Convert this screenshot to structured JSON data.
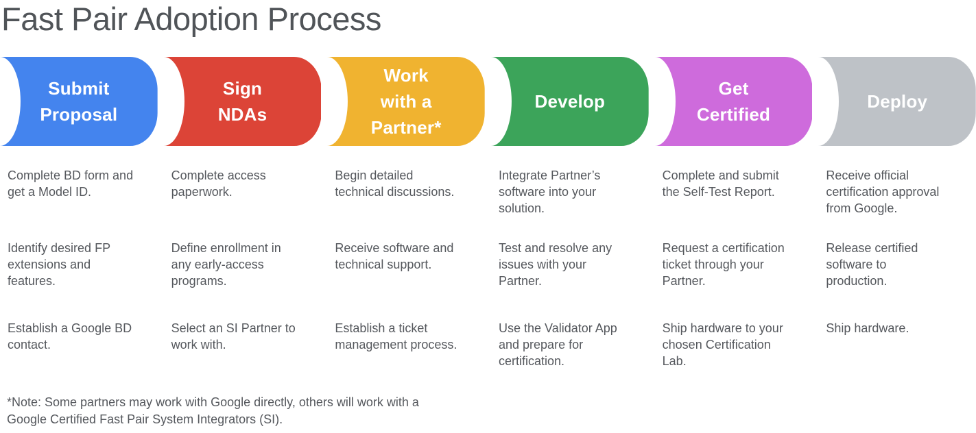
{
  "title": "Fast Pair Adoption Process",
  "stages": [
    {
      "label": "Submit Proposal",
      "label_lines": [
        "Submit",
        "Proposal"
      ],
      "color": "#4484EE",
      "items": [
        "Complete BD form and\nget a Model ID.",
        "Identify desired FP\nextensions and\nfeatures.",
        "Establish a Google BD\ncontact."
      ]
    },
    {
      "label": "Sign NDAs",
      "label_lines": [
        "Sign",
        "NDAs"
      ],
      "color": "#DC4437",
      "items": [
        "Complete access\npaperwork.",
        "Define enrollment in\nany early-access\nprograms.",
        "Select an SI Partner to\nwork with."
      ]
    },
    {
      "label": "Work with a Partner*",
      "label_lines": [
        "Work",
        "with a",
        "Partner*"
      ],
      "color": "#F0B330",
      "items": [
        "Begin detailed\ntechnical discussions.",
        "Receive software and\ntechnical support.",
        "Establish a ticket\nmanagement process."
      ]
    },
    {
      "label": "Develop",
      "label_lines": [
        "Develop"
      ],
      "color": "#3CA45A",
      "items": [
        "Integrate Partner’s\nsoftware into your\nsolution.",
        "Test and resolve any\nissues with your\nPartner.",
        "Use the Validator App\nand prepare for\ncertification."
      ]
    },
    {
      "label": "Get Certified",
      "label_lines": [
        "Get",
        "Certified"
      ],
      "color": "#CE6BDC",
      "items": [
        "Complete and submit\nthe Self-Test Report.",
        "Request a certification\nticket through your\nPartner.",
        "Ship hardware to your\nchosen Certification\nLab."
      ]
    },
    {
      "label": "Deploy",
      "label_lines": [
        "Deploy"
      ],
      "color": "#BEC2C7",
      "items": [
        "Receive official\ncertification approval\nfrom Google.",
        "Release certified\nsoftware to\nproduction.",
        "Ship hardware."
      ]
    }
  ],
  "note": "*Note: Some partners may work with Google directly, others will work with a\nGoogle Certified Fast Pair System Integrators (SI)."
}
